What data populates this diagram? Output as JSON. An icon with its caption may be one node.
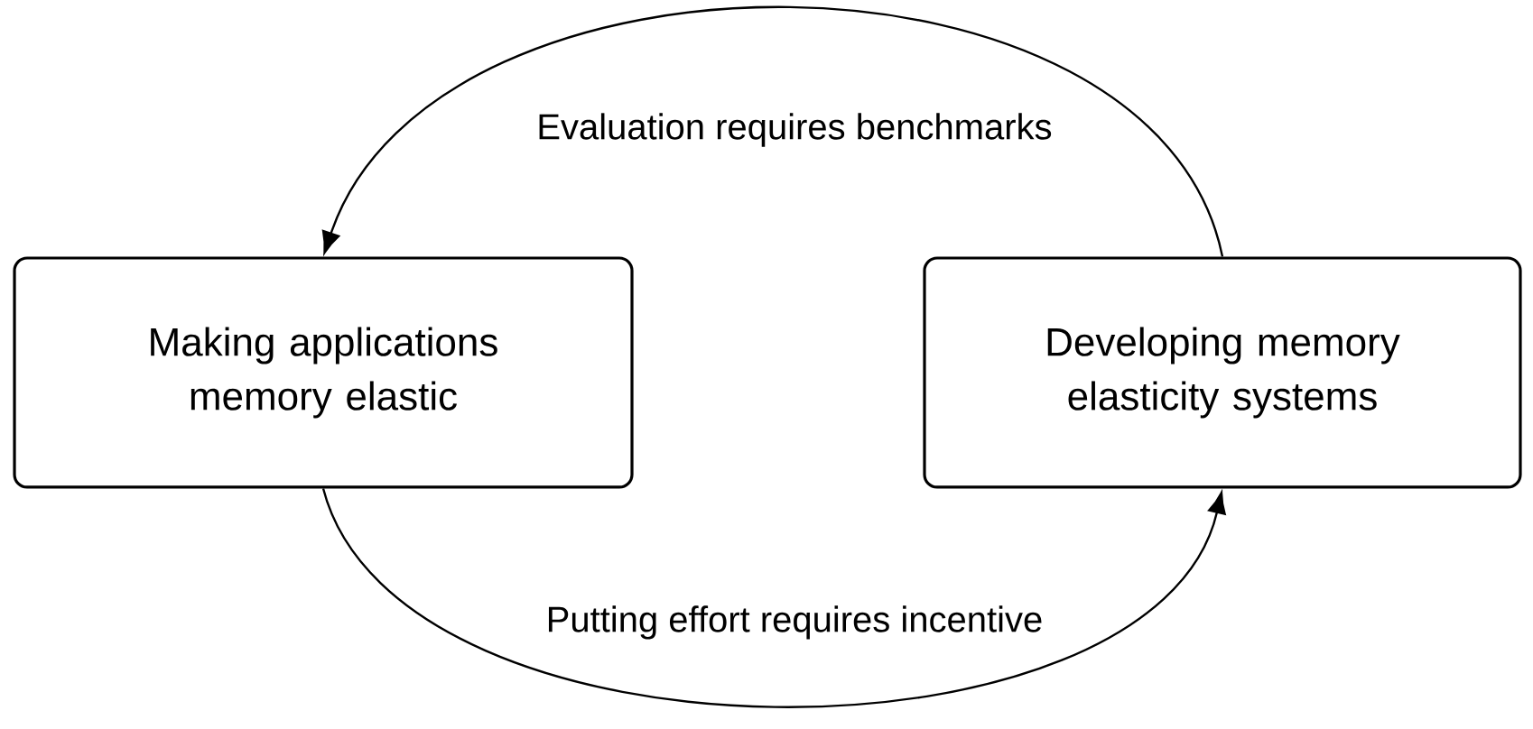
{
  "diagram": {
    "nodes": [
      {
        "text": [
          "Making applications memory elastic"
        ]
      },
      {
        "text": [
          "Developing memory elasticity systems"
        ]
      }
    ],
    "edges": [
      {
        "from": 1,
        "to": 0,
        "arrow": "to",
        "label": "Evaluation requires benchmarks"
      },
      {
        "from": 0,
        "to": 1,
        "arrow": "to",
        "label": "Putting effort requires incentive"
      }
    ]
  }
}
